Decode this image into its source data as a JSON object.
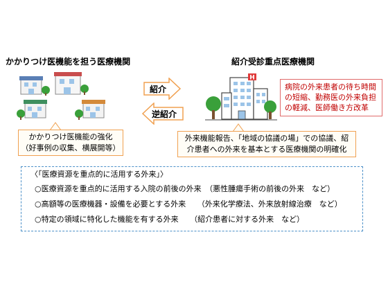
{
  "left": {
    "title": "かかりつけ医機能を担う医療機関",
    "box_line1": "かかりつけ医機能の強化",
    "box_line2": "（好事例の収集、横展開等）"
  },
  "right": {
    "title": "紹介受診重点医療機関",
    "red_lines": [
      "病院の外来患者の待ち時間",
      "の短縮、勤務医の外来負担",
      "の軽減、医師働き方改革"
    ],
    "box_line1": "外来機能報告、「地域の協議の場」での協議、紹",
    "box_line2": "介患者への外来を基本とする医療機関の明確化",
    "hospital_sign": "H"
  },
  "arrows": {
    "referral": "紹介",
    "reverse_referral": "逆紹介"
  },
  "bottom": {
    "heading": "〈「医療資源を重点的に活用する外来」〉",
    "items": [
      "○医療資源を重点的に活用する入院の前後の外来　（悪性腫瘍手術の前後の外来　など）",
      "○高額等の医療機器・設備を必要とする外来　　（外来化学療法、外来放射線治療　など）",
      "○特定の領域に特化した機能を有する外来　　（紹介患者に対する外来　など）"
    ]
  },
  "colors": {
    "orange_border": "#f0a050",
    "red_text": "#c00000",
    "arrow_fill": "#ffffff",
    "arrow_stroke": "#f0a050",
    "tree_green": "#3aa03a",
    "dashed_blue": "#4a8fc8"
  }
}
